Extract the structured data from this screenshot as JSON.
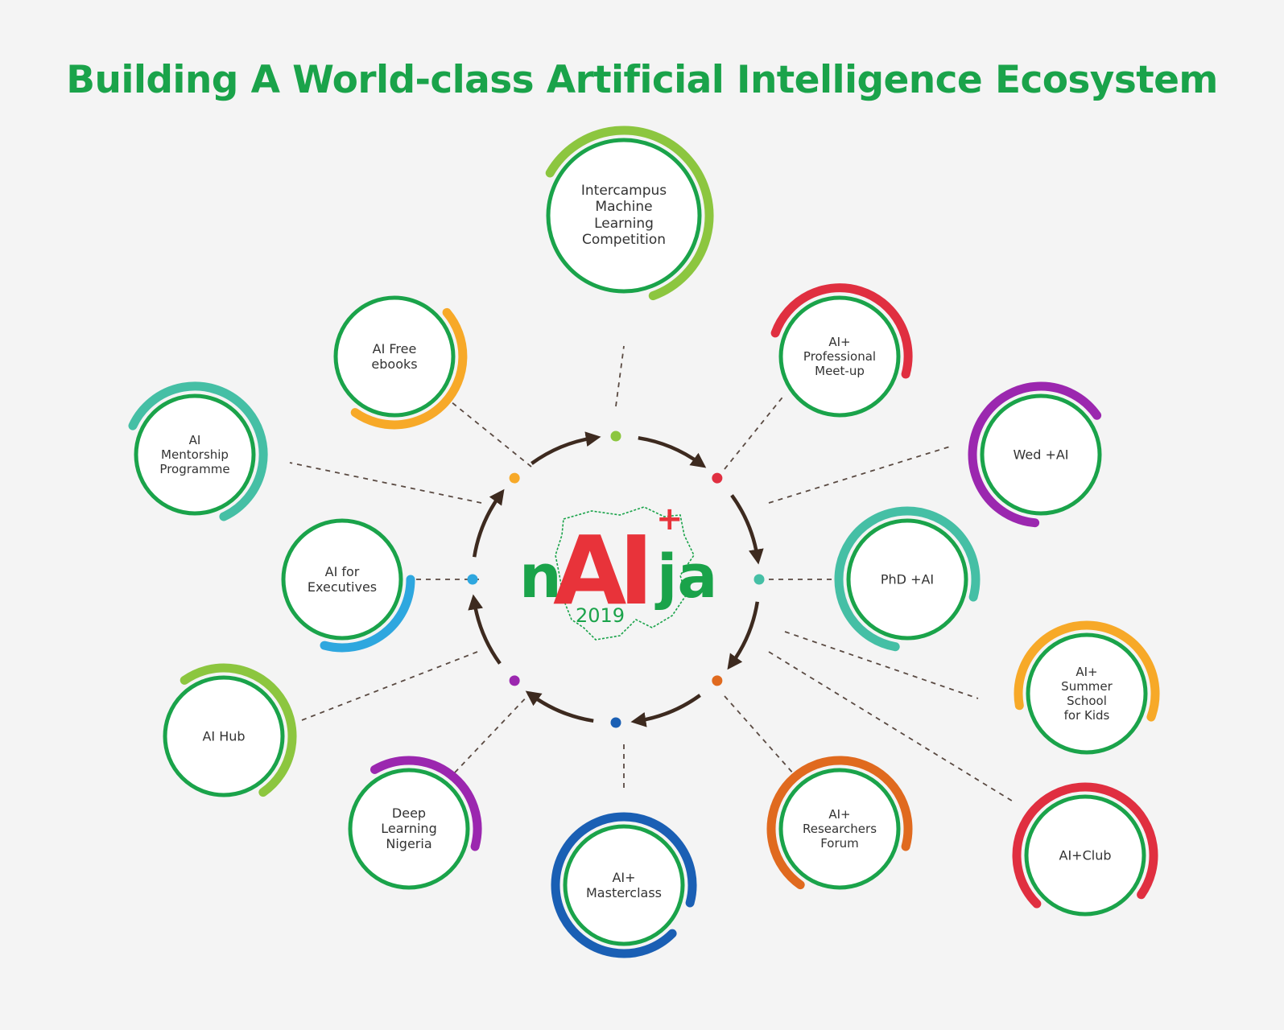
{
  "title": "Building A World-class Artificial Intelligence Ecosystem",
  "colors": {
    "green": "#1aa34a",
    "arrow": "#3d2a1f",
    "red": "#e02f40",
    "logo_red": "#e8333a"
  },
  "logo": {
    "name_left": "n",
    "name_accent": "AI",
    "name_right": "ja",
    "plus": "+",
    "year": "2019",
    "icon": "nigeria-map-outline-icon"
  },
  "nodes": [
    {
      "id": "intercampus",
      "lines": [
        "Intercampus",
        "Machine",
        "Learning",
        "Competition"
      ],
      "arc_color": "#8cc63f",
      "dot_color": "#8cc63f"
    },
    {
      "id": "professional-meetup",
      "lines": [
        "AI+",
        "Professional",
        "Meet-up"
      ],
      "arc_color": "#e02f40",
      "dot_color": "#e02f40"
    },
    {
      "id": "wed-ai",
      "lines": [
        "Wed +AI"
      ],
      "arc_color": "#9b27af",
      "dot_color": "#9b27af"
    },
    {
      "id": "phd-ai",
      "lines": [
        "PhD +AI"
      ],
      "arc_color": "#45bfa5",
      "dot_color": "#45bfa5"
    },
    {
      "id": "summer-school",
      "lines": [
        "AI+",
        "Summer",
        "School",
        "for Kids"
      ],
      "arc_color": "#f7a928",
      "dot_color": "#f7a928"
    },
    {
      "id": "ai-club",
      "lines": [
        "AI+Club"
      ],
      "arc_color": "#e02f40",
      "dot_color": "#e02f40"
    },
    {
      "id": "researchers-forum",
      "lines": [
        "AI+",
        "Researchers",
        "Forum"
      ],
      "arc_color": "#e06a1f",
      "dot_color": "#e06a1f"
    },
    {
      "id": "masterclass",
      "lines": [
        "AI+",
        "Masterclass"
      ],
      "arc_color": "#1a5fb4",
      "dot_color": "#1a5fb4"
    },
    {
      "id": "deep-learning",
      "lines": [
        "Deep",
        "Learning",
        "Nigeria"
      ],
      "arc_color": "#9b27af",
      "dot_color": "#9b27af"
    },
    {
      "id": "ai-hub",
      "lines": [
        "AI Hub"
      ],
      "arc_color": "#8cc63f",
      "dot_color": "#8cc63f"
    },
    {
      "id": "ai-executives",
      "lines": [
        "AI for",
        "Executives"
      ],
      "arc_color": "#2ea7df",
      "dot_color": "#2ea7df"
    },
    {
      "id": "ai-mentorship",
      "lines": [
        "AI",
        "Mentorship",
        "Programme"
      ],
      "arc_color": "#45bfa5",
      "dot_color": "#45bfa5"
    },
    {
      "id": "ai-ebooks",
      "lines": [
        "AI Free",
        "ebooks"
      ],
      "arc_color": "#f7a928",
      "dot_color": "#f7a928"
    }
  ]
}
